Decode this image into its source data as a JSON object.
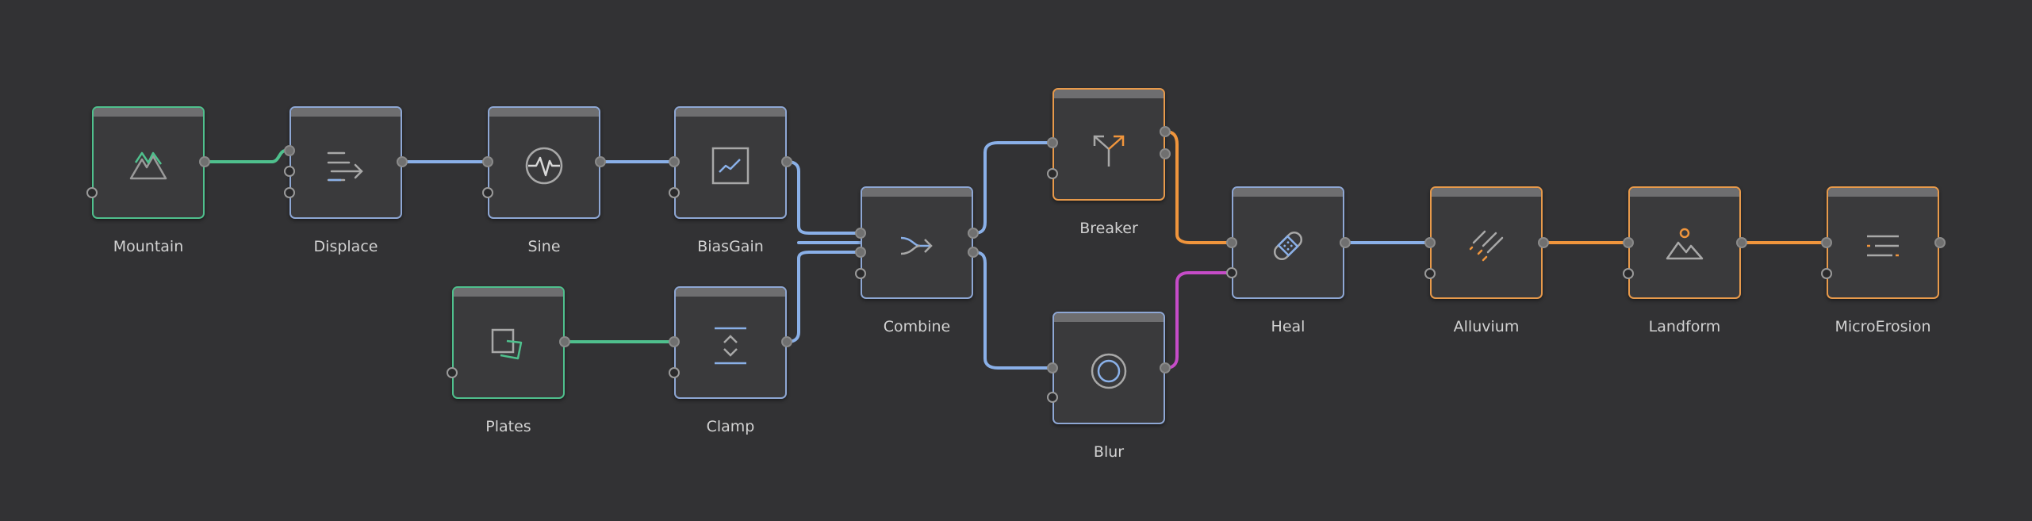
{
  "colors": {
    "background": "#323234",
    "link_green": "#4fc08d",
    "link_blue": "#8ab0e8",
    "link_orange": "#f0953c",
    "link_magenta": "#c64cc8"
  },
  "nodes": {
    "mountain": {
      "label": "Mountain",
      "icon": "mountain-icon"
    },
    "displace": {
      "label": "Displace",
      "icon": "displace-icon"
    },
    "sine": {
      "label": "Sine",
      "icon": "sine-wave-icon"
    },
    "biasgain": {
      "label": "BiasGain",
      "icon": "curve-graph-icon"
    },
    "plates": {
      "label": "Plates",
      "icon": "plates-icon"
    },
    "clamp": {
      "label": "Clamp",
      "icon": "clamp-icon"
    },
    "combine": {
      "label": "Combine",
      "icon": "merge-arrow-icon"
    },
    "breaker": {
      "label": "Breaker",
      "icon": "split-arrow-icon"
    },
    "blur": {
      "label": "Blur",
      "icon": "blur-circle-icon"
    },
    "heal": {
      "label": "Heal",
      "icon": "bandage-icon"
    },
    "alluvium": {
      "label": "Alluvium",
      "icon": "alluvium-icon"
    },
    "landform": {
      "label": "Landform",
      "icon": "landscape-icon"
    },
    "microerosion": {
      "label": "MicroErosion",
      "icon": "micro-erosion-icon"
    }
  }
}
